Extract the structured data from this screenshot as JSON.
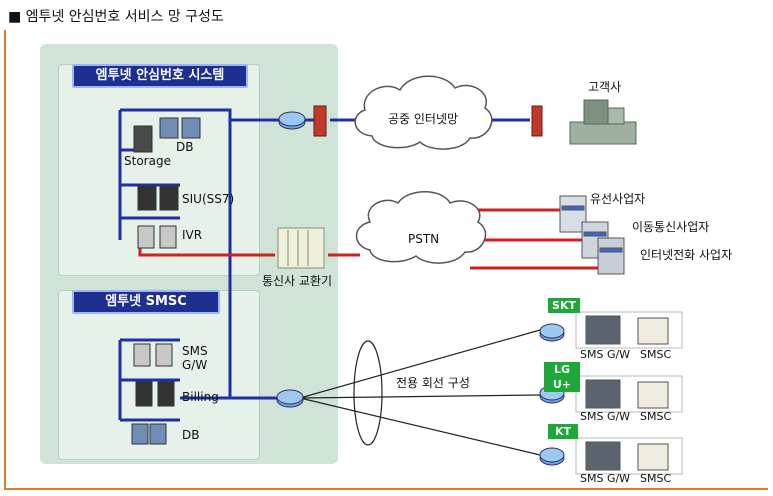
{
  "title": "■ 엠투넷 안심번호 서비스 망 구성도",
  "system_box": {
    "label": "엠투넷 안심번호 시스템"
  },
  "smsc_box": {
    "label": "엠투넷 SMSC"
  },
  "system_items": {
    "storage": "Storage",
    "db": "DB",
    "siu": "SIU(SS7)",
    "ivr": "IVR"
  },
  "smsc_items": {
    "sms_gw": "SMS\nG/W",
    "billing": "Billing",
    "db": "DB"
  },
  "clouds": {
    "internet": "공중 인터넷망",
    "pstn": "PSTN"
  },
  "exchange": "통신사 교환기",
  "customer": "고객사",
  "carriers": [
    "유선사업자",
    "이동통신사업자",
    "인터넷전화 사업자"
  ],
  "dedicated_line": "전용 회선 구성",
  "operators": [
    {
      "tag": "SKT",
      "gw": "SMS G/W",
      "smsc": "SMSC"
    },
    {
      "tag": "LG U+",
      "gw": "SMS G/W",
      "smsc": "SMSC"
    },
    {
      "tag": "KT",
      "gw": "SMS G/W",
      "smsc": "SMSC"
    }
  ],
  "colors": {
    "frame": "#e07a2a",
    "panel": "#cfe3d6",
    "title_box": "#1d2f8f",
    "blue_line": "#1f2fa8",
    "red_line": "#cc2222",
    "tag_green": "#1ea83a"
  }
}
